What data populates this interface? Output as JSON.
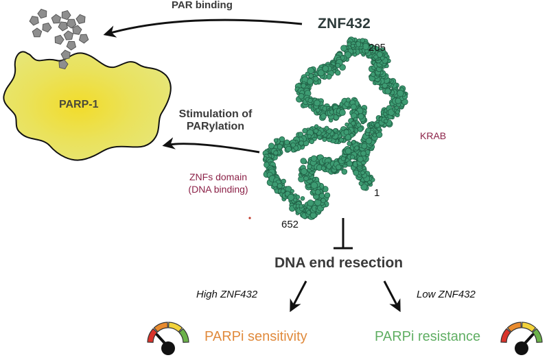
{
  "labels": {
    "par_binding": "PAR binding",
    "znf432": "ZNF432",
    "residue_205": "205",
    "parp1": "PARP-1",
    "stimulation_line1": "Stimulation of",
    "stimulation_line2": "PARylation",
    "krab": "KRAB",
    "znfs_line1": "ZNFs domain",
    "znfs_line2": "(DNA binding)",
    "residue_1": "1",
    "residue_652": "652",
    "dna_end_resection": "DNA end resection",
    "high_znf432": "High ZNF432",
    "low_znf432": "Low ZNF432",
    "parpi_sensitivity": "PARPi sensitivity",
    "parpi_resistance": "PARPi resistance"
  },
  "colors": {
    "protein": "#3d9b72",
    "parp_fill": "#e6e36a",
    "parp_core": "#f2dc2a",
    "maroon": "#8b2147",
    "sensitivity": "#e08a3c",
    "resistance": "#5fae62",
    "gauge": [
      "#d9342b",
      "#e98b2e",
      "#f2d23a",
      "#6cb24a"
    ]
  },
  "gauges": [
    {
      "name": "sensitivity-gauge",
      "level": 0.2
    },
    {
      "name": "resistance-gauge",
      "level": 0.8
    }
  ]
}
